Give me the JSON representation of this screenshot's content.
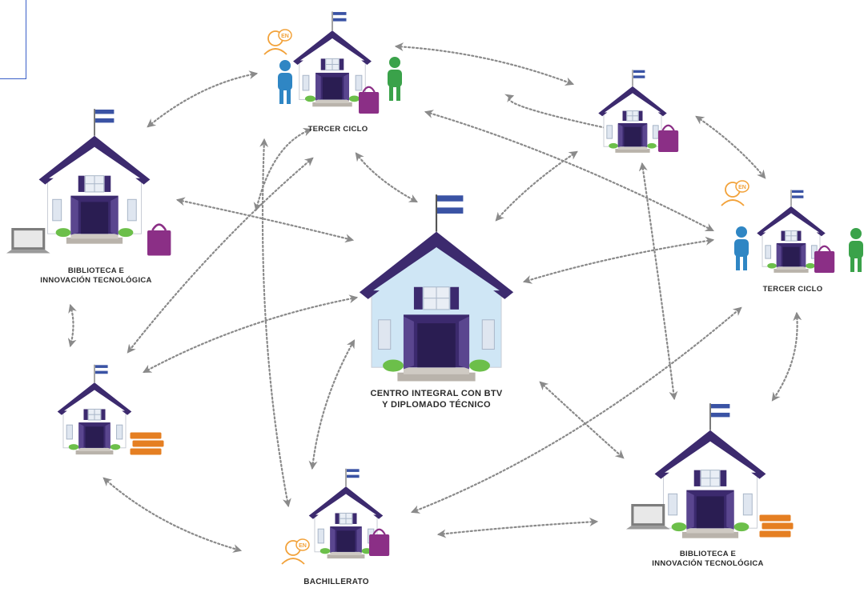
{
  "labels": {
    "center_line1": "CENTRO INTEGRAL CON BTV",
    "center_line2": "Y DIPLOMADO TÉCNICO",
    "top_tercer_ciclo": "TERCER CICLO",
    "right_tercer_ciclo": "TERCER CICLO",
    "left_biblioteca_line1": "BIBLIOTECA E",
    "left_biblioteca_line2": "INNOVACIÓN TECNOLÓGICA",
    "right_biblioteca_line1": "BIBLIOTECA E",
    "right_biblioteca_line2": "INNOVACIÓN TECNOLÓGICA",
    "bachillerato": "BACHILLERATO"
  },
  "badges": {
    "english_badge": "EN"
  },
  "colors": {
    "roof": "#3c2a6e",
    "door": "#3c2a6e",
    "wall": "#ffffff",
    "center_wall": "#cfe6f5",
    "bag": "#8b2f86",
    "person_blue": "#2f86c4",
    "person_green": "#3aa24a",
    "books": "#e57f22",
    "bubble": "#f2a23a",
    "arrow": "#8a8a8a"
  }
}
